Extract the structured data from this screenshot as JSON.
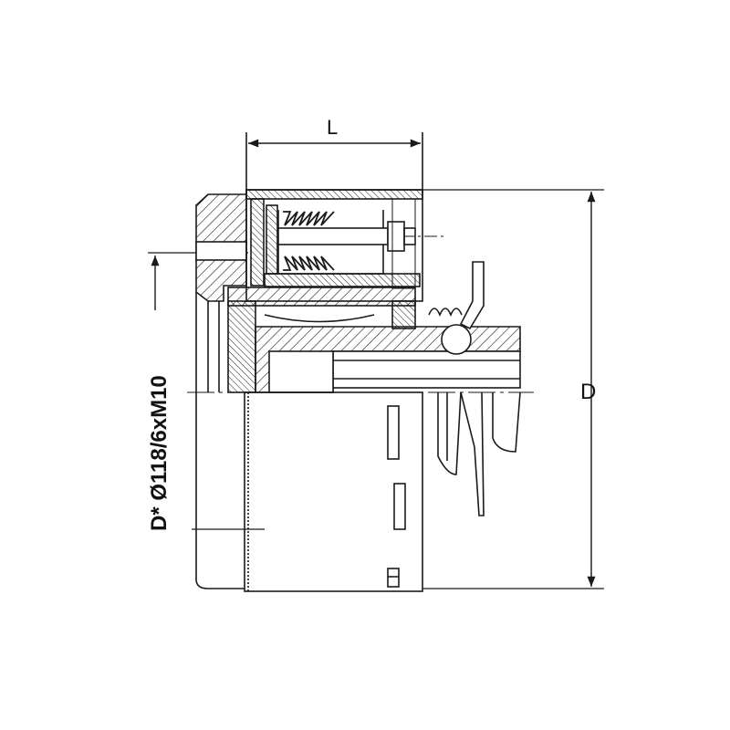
{
  "drawing": {
    "dimension_length_label": "L",
    "dimension_diameter_label": "D",
    "mounting_label": "D* Ø118/6xM10",
    "line_color": "#1a1a1a",
    "background_color": "#ffffff"
  }
}
